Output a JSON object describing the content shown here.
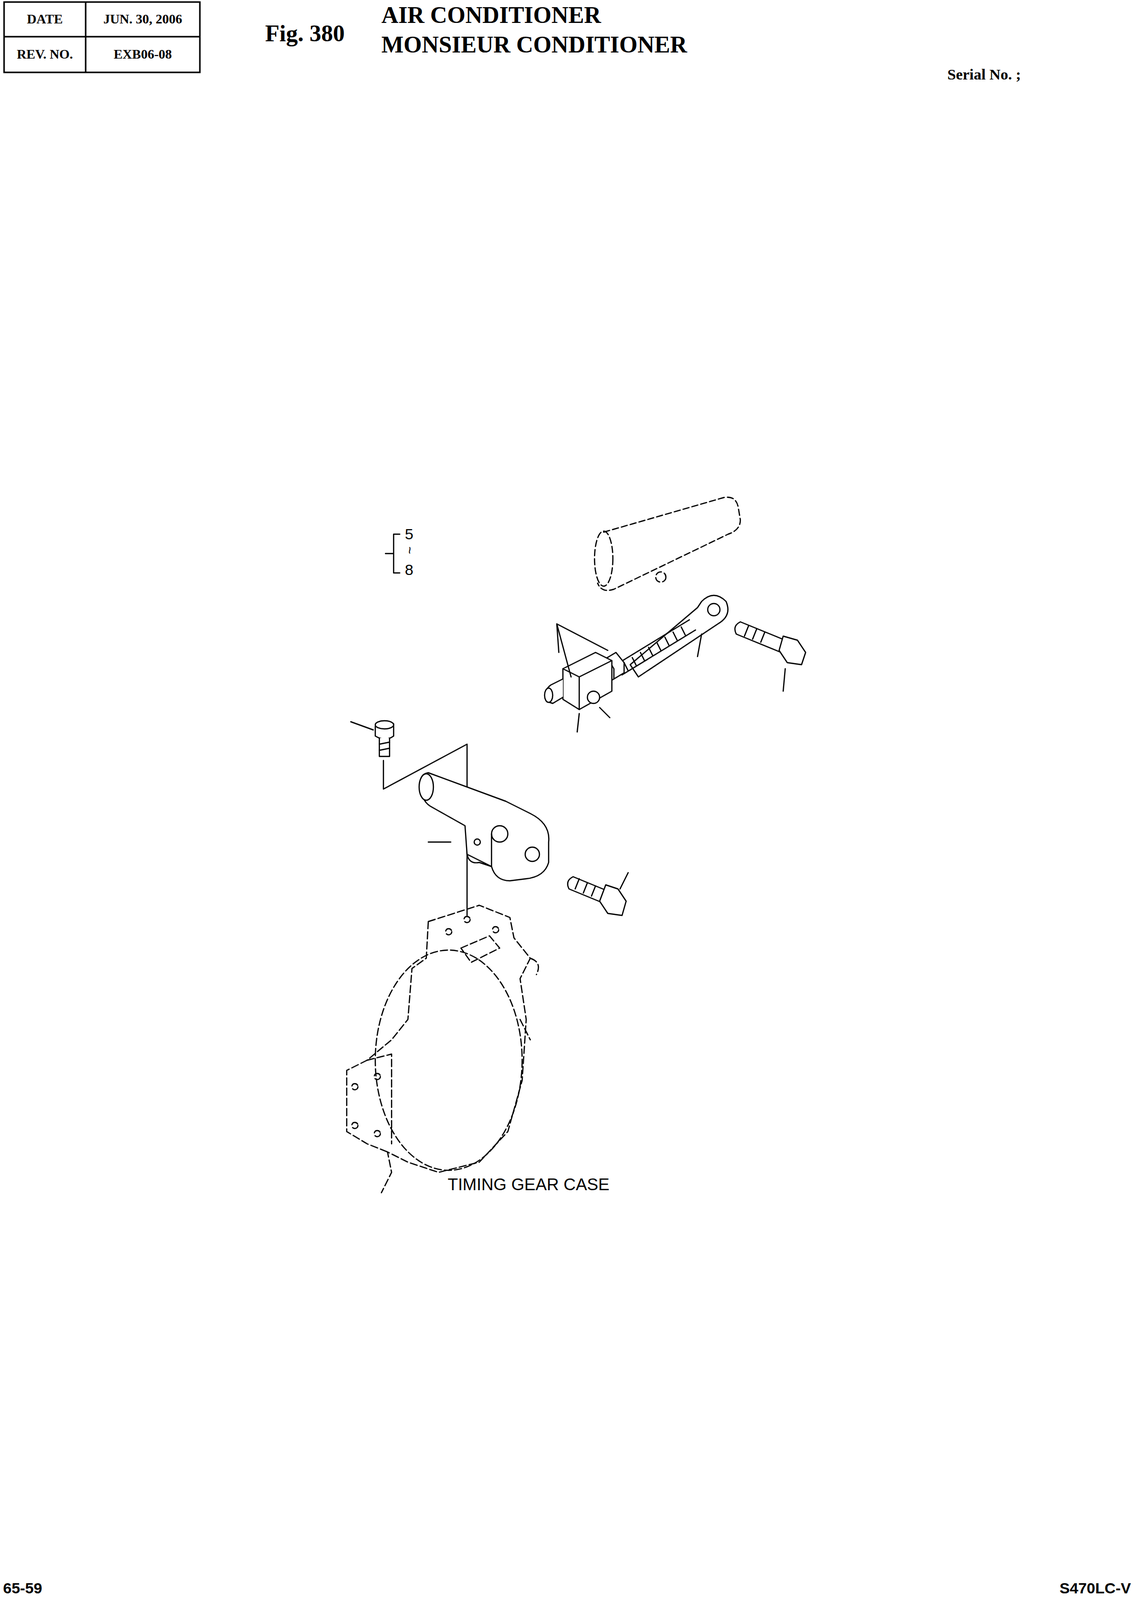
{
  "diagram": {
    "title": "AIR CONDITIONER",
    "labels": [
      "DATE",
      "JUN. 30, 2006",
      "REV. NO.",
      "EXB06-08",
      "Fig. 380",
      "MONSIEUR CONDITIONER",
      "Serial No. ;",
      "5",
      "~",
      "8",
      "TIMING GEAR CASE",
      "65-59",
      "S470LC-V"
    ]
  }
}
